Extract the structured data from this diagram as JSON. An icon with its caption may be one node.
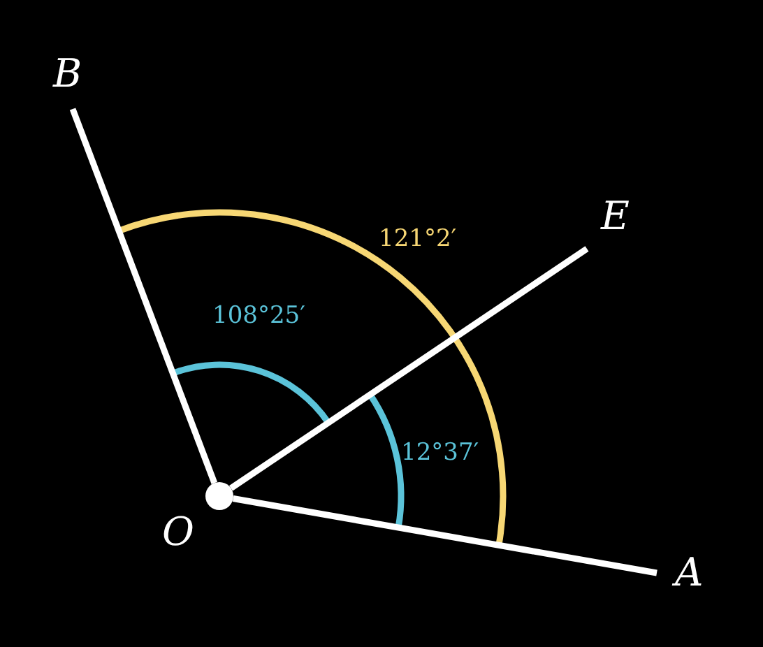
{
  "diagram": {
    "nodes": [
      {
        "text": [
          "O"
        ]
      },
      {
        "text": [
          "A"
        ]
      },
      {
        "text": [
          "B"
        ]
      },
      {
        "text": [
          "E"
        ]
      }
    ],
    "edges": [
      {
        "from": 0,
        "to": 1,
        "arrow": "none"
      },
      {
        "from": 0,
        "to": 2,
        "arrow": "none"
      },
      {
        "from": 0,
        "to": 3,
        "arrow": "none"
      }
    ],
    "labels": [
      "108°25′",
      "121°2′",
      "12°37′"
    ]
  }
}
